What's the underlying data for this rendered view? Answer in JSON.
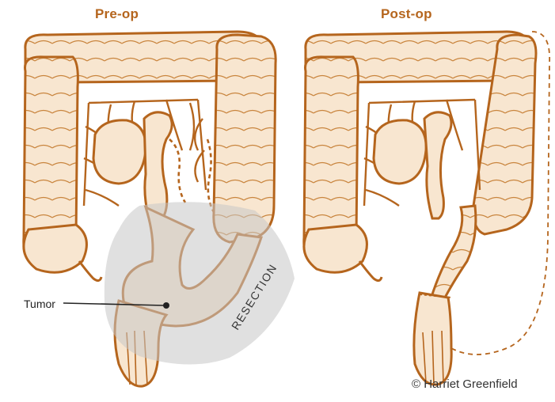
{
  "colors": {
    "outline": "#b5651d",
    "fill": "#f8e6d0",
    "resection_zone": "#c7c7c7",
    "title": "#b5651d"
  },
  "panels": {
    "pre": {
      "title": "Pre-op"
    },
    "post": {
      "title": "Post-op"
    }
  },
  "labels": {
    "tumor": "Tumor",
    "resection": "RESECTION"
  },
  "credit": "© Harriet Greenfield"
}
